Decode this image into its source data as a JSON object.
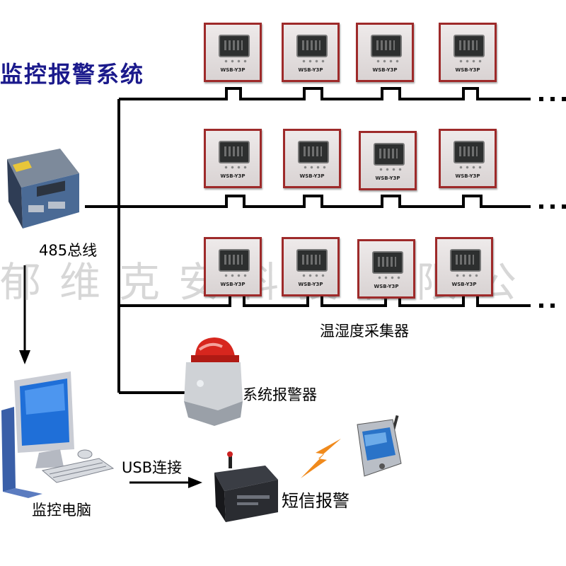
{
  "title": "监控报警系统",
  "watermark": "郁维克安科技有限公",
  "labels": {
    "bus": "485总线",
    "collector": "温湿度采集器",
    "alarm": "系统报警器",
    "usb": "USB连接",
    "pc": "监控电脑",
    "sms": "短信报警"
  },
  "sensor_model": "WSB-Y3P",
  "colors": {
    "title": "#1b1a8c",
    "bus_line": "#000000",
    "sensor_frame": "#9e2a2a",
    "alarm_light": "#d7261e"
  },
  "icons": {
    "converter": "rs485-converter-icon",
    "computer": "desktop-computer-icon",
    "gsm": "gsm-modem-icon",
    "phone": "pda-phone-icon",
    "alarm": "alarm-siren-icon",
    "lightning": "lightning-bolt-icon"
  }
}
